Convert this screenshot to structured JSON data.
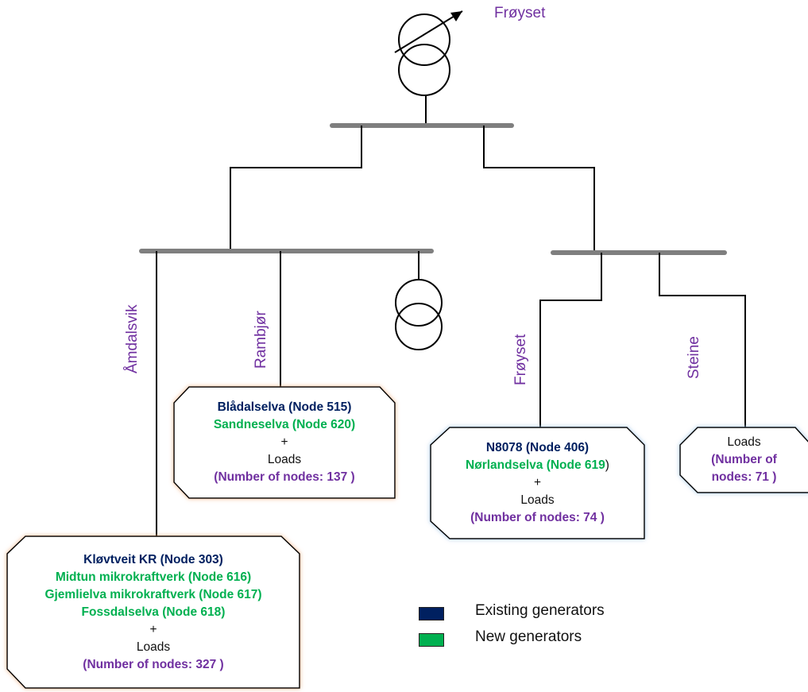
{
  "colors": {
    "line": "#000000",
    "bus": "#7f7f7f",
    "existing": "#002060",
    "new": "#00b050",
    "label": "#7030a0",
    "glow_orange": "#f4b183",
    "glow_blue": "#9dc3e6"
  },
  "substation": {
    "label": "Frøyset"
  },
  "feeders": {
    "amdalsvik": "Åmdalsvik",
    "rambjor": "Rambjør",
    "froyset": "Frøyset",
    "steine": "Steine"
  },
  "boxes": {
    "rambjor": {
      "existing": "Blådalselva (Node 515)",
      "new": "Sandneselva (Node 620)",
      "plus": "+",
      "loads": "Loads",
      "nodes": "(Number of nodes: 137 )"
    },
    "amdalsvik": {
      "existing": "Kløvtveit KR (Node 303)",
      "new": [
        "Midtun mikrokraftverk (Node 616)",
        "Gjemlielva mikrokraftverk (Node 617)",
        "Fossdalselva (Node 618)"
      ],
      "plus": "+",
      "loads": "Loads",
      "nodes": "(Number of nodes: 327 )"
    },
    "froyset": {
      "existing": "N8078 (Node 406)",
      "new_name": "Nørlandselva (Node 619",
      "new_close": ")",
      "plus": "+",
      "loads": "Loads",
      "nodes": "(Number of nodes: 74 )"
    },
    "steine": {
      "loads": "Loads",
      "nodes_line1": "(Number of",
      "nodes_line2": "nodes: 71 )"
    }
  },
  "legend": {
    "existing": "Existing generators",
    "new": "New generators"
  }
}
